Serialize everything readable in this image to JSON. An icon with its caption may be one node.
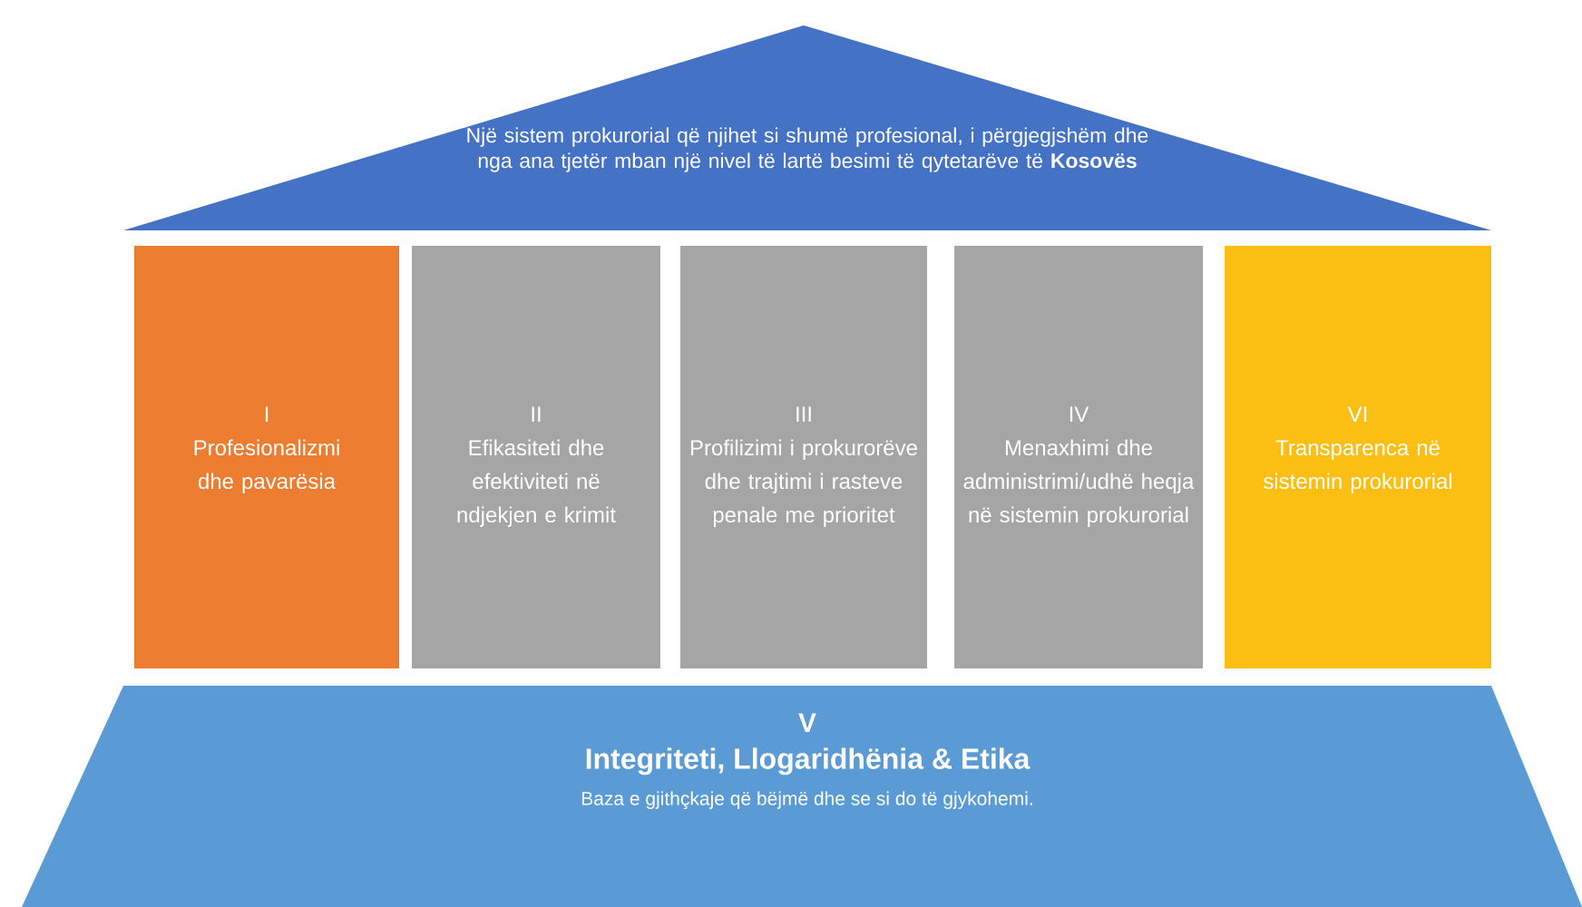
{
  "diagram": {
    "nodes": [
      {
        "text": [
          "Një sistem prokurorial që njihet si shumë profesional, i përgjegjshëm dhe nga ana tjetër mban një nivel të lartë besimi të qytetarëve të **Kosovës**"
        ]
      },
      {
        "text": [
          "I",
          "Profesionalizmi dhe pavarësia"
        ]
      },
      {
        "text": [
          "II",
          "Efikasiteti dhe efektiviteti në ndjekjen e krimit"
        ]
      },
      {
        "text": [
          "III",
          "Profilizimi i prokurorëve dhe trajtimi i rasteve penale me prioritet"
        ]
      },
      {
        "text": [
          "IV",
          "Menaxhimi dhe administrimi/udhë heqja në sistemin prokurorial"
        ]
      },
      {
        "text": [
          "VI",
          "Transparenca në sistemin prokurorial"
        ]
      },
      {
        "text": [
          "V",
          "Integriteti, Llogaridhënia & Etika",
          "Baza e gjithçkaje që bëjmë dhe se si do të gjykohemi."
        ]
      }
    ]
  }
}
